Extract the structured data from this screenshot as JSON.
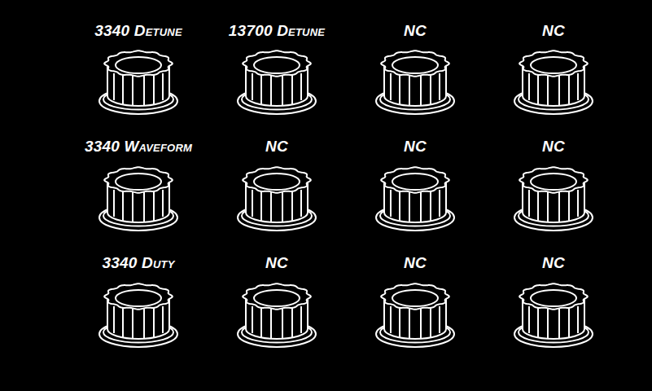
{
  "diagram": {
    "labels": [
      "3340 Detune",
      "13700 Detune",
      "NC",
      "NC",
      "3340 Waveform",
      "NC",
      "NC",
      "NC",
      "3340 Duty",
      "NC",
      "NC",
      "NC"
    ]
  }
}
